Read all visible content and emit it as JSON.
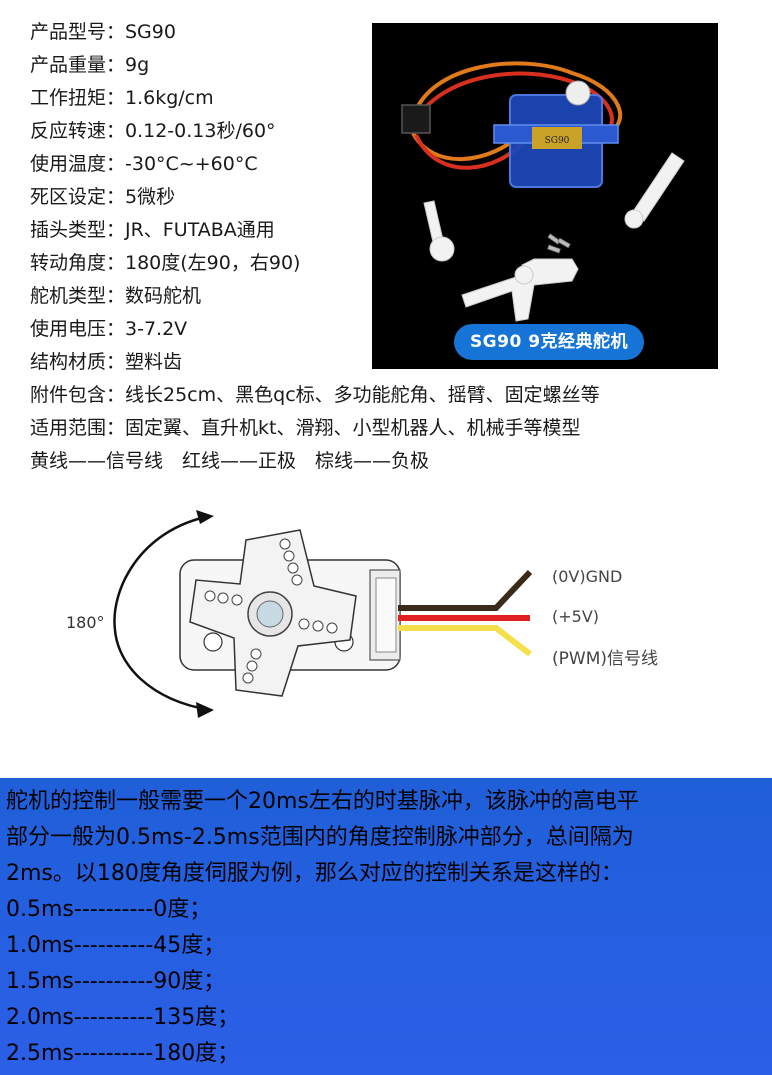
{
  "specs": [
    "产品型号：SG90",
    "产品重量：9g",
    "工作扭矩：1.6kg/cm",
    "反应转速：0.12-0.13秒/60°",
    "使用温度：-30°C~+60°C",
    "死区设定：5微秒",
    "插头类型：JR、FUTABA通用",
    "转动角度：180度(左90，右90)",
    "舵机类型：数码舵机",
    "使用电压：3-7.2V",
    "结构材质：塑料齿",
    "附件包含：线长25cm、黑色qc标、多功能舵角、摇臂、固定螺丝等",
    "适用范围：固定翼、直升机kt、滑翔、小型机器人、机械手等模型",
    "黄线——信号线　红线——正极　棕线——负极"
  ],
  "photo": {
    "caption": "SG90 9克经典舵机",
    "label_on_servo": "SG90"
  },
  "diagram": {
    "angle_label": "180°",
    "wire_labels": [
      "(0V)GND",
      "(+5V)",
      "(PWM)信号线"
    ],
    "wire_colors": [
      "#3a2a1a",
      "#e02020",
      "#f4e04a"
    ]
  },
  "control_text": {
    "lines": [
      "舵机的控制一般需要一个20ms左右的时基脉冲，该脉冲的高电平",
      "部分一般为0.5ms-2.5ms范围内的角度控制脉冲部分，总间隔为",
      "2ms。以180度角度伺服为例，那么对应的控制关系是这样的："
    ],
    "pulses": [
      "0.5ms----------0度；",
      "1.0ms----------45度；",
      "1.5ms----------90度；",
      "2.0ms----------135度；",
      "2.5ms----------180度；"
    ]
  },
  "colors": {
    "pill_blue": "#1574d6",
    "bottom_blue": "#245fdf"
  }
}
